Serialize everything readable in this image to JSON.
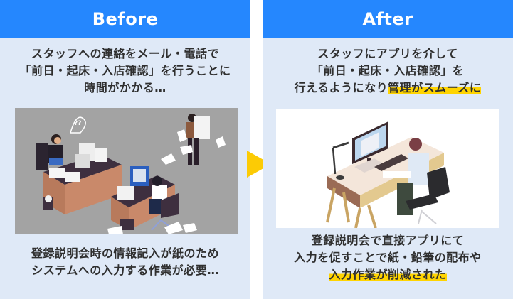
{
  "colors": {
    "header_blue": "#2587fe",
    "panel_bg": "#dfe9f7",
    "highlight_yellow": "#ffd400",
    "arrow_yellow": "#fccb05",
    "text_dark": "#2f2f2f"
  },
  "before": {
    "title": "Before",
    "top_lines": [
      "スタッフへの連絡をメール・電話で",
      "「前日・起床・入店確認」を行うことに",
      "時間がかかる…"
    ],
    "illustration": "overwhelmed-office-workers-with-paper-stacks",
    "bottom_lines": [
      "登録説明会時の情報記入が紙のため",
      "システムへの入力する作業が必要…"
    ]
  },
  "arrow": {
    "icon": "triangle-right-arrow-icon"
  },
  "after": {
    "title": "After",
    "top_lines": [
      "スタッフにアプリを介して",
      "「前日・起床・入店確認」を"
    ],
    "top_line3_plain": "行えるようになり",
    "top_line3_highlight": "管理がスムーズに",
    "illustration": "person-working-calmly-at-computer-desk",
    "bottom_lines": [
      "登録説明会で直接アプリにて",
      "入力を促すことで紙・鉛筆の配布や"
    ],
    "bottom_line3_highlight": "入力作業が削減された"
  }
}
